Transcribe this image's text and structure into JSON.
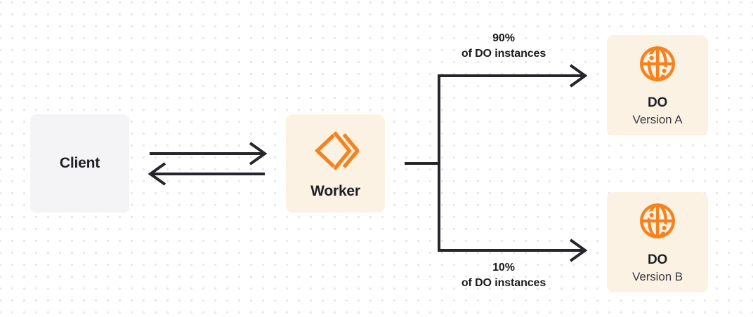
{
  "diagram": {
    "client": {
      "label": "Client"
    },
    "worker": {
      "label": "Worker"
    },
    "version_a": {
      "title": "DO",
      "subtitle": "Version A"
    },
    "version_b": {
      "title": "DO",
      "subtitle": "Version B"
    },
    "route_a_label": {
      "percent": "90%",
      "caption": "of DO instances"
    },
    "route_b_label": {
      "percent": "10%",
      "caption": "of DO instances"
    }
  },
  "icons": {
    "worker": "workers-brackets-icon",
    "durable_object": "globe-icon"
  },
  "colors": {
    "accent_orange": "#F6821F",
    "box_cream": "#FBF2E3",
    "box_gray": "#F4F4F6",
    "stroke_dark": "#26252B",
    "text_dark": "#202024",
    "text_secondary": "#3C3A40",
    "dot_grid": "#E9E9EB",
    "background": "#FFFFFF"
  }
}
